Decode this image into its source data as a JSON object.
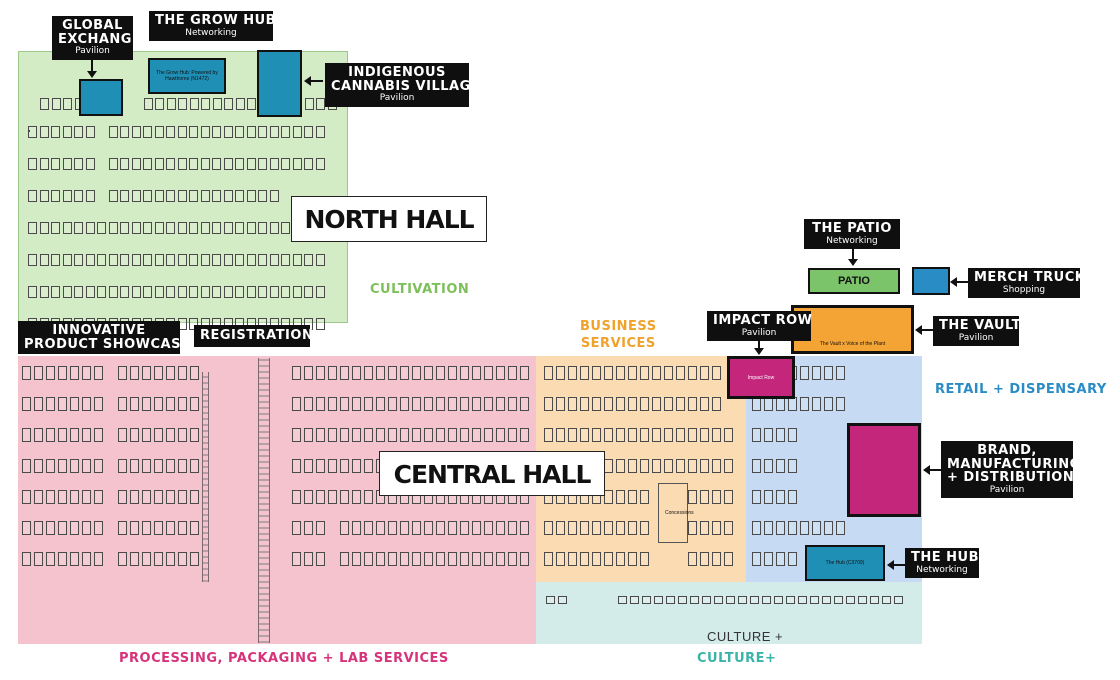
{
  "map": {
    "halls": {
      "north": "NORTH HALL",
      "central": "CENTRAL HALL"
    },
    "zones": {
      "cultivation": "CULTIVATION",
      "business_services": "BUSINESS\nSERVICES",
      "retail": "RETAIL + DISPENSARY",
      "processing": "PROCESSING, PACKAGING + LAB SERVICES",
      "culture_inner": "CULTURE +",
      "culture_outer": "CULTURE+"
    },
    "callouts": {
      "global_exchange": {
        "title": "GLOBAL\nEXCHANGE",
        "sub": "Pavilion"
      },
      "grow_hub": {
        "title": "THE GROW HUB",
        "sub": "Networking"
      },
      "indigenous": {
        "title": "INDIGENOUS\nCANNABIS VILLAGE",
        "sub": "Pavilion"
      },
      "innovative": {
        "title": "INNOVATIVE\nPRODUCT SHOWCASE"
      },
      "registration": {
        "title": "REGISTRATION"
      },
      "patio_callout": {
        "title": "THE PATIO",
        "sub": "Networking"
      },
      "merch_truck": {
        "title": "MERCH TRUCK",
        "sub": "Shopping"
      },
      "impact_row": {
        "title": "IMPACT ROW",
        "sub": "Pavilion"
      },
      "vault": {
        "title": "THE VAULT",
        "sub": "Pavilion"
      },
      "brand": {
        "title": "BRAND,\nMANUFACTURING\n+ DISTRIBUTION",
        "sub": "Pavilion"
      },
      "hub": {
        "title": "THE HUB",
        "sub": "Networking"
      }
    },
    "boxes": {
      "patio": "PATIO",
      "grow_hub_box": "The Grow Hub: Powered by Hawthorne (N1472)",
      "hub_box": "The Hub (C3709)",
      "vault_box": "The Vault x Voice of the Plant",
      "impact_box": "Impact Row",
      "concessions": "Concessions"
    },
    "colors": {
      "cultivation": "#d4ecc6",
      "processing": "#f5c3cd",
      "business": "#fadbb2",
      "retail": "#c6dbf3",
      "culture": "#d3ecea",
      "pavilion_teal": "#1f8fb6",
      "patio_green": "#7cc46a",
      "vault_orange": "#f4a434",
      "magenta": "#c4267c",
      "zone_green": "#7dbf5a",
      "zone_orange": "#f0a22b",
      "zone_blue": "#2a8cc4",
      "zone_pink": "#d6337a",
      "zone_teal": "#3ab3a8"
    }
  }
}
